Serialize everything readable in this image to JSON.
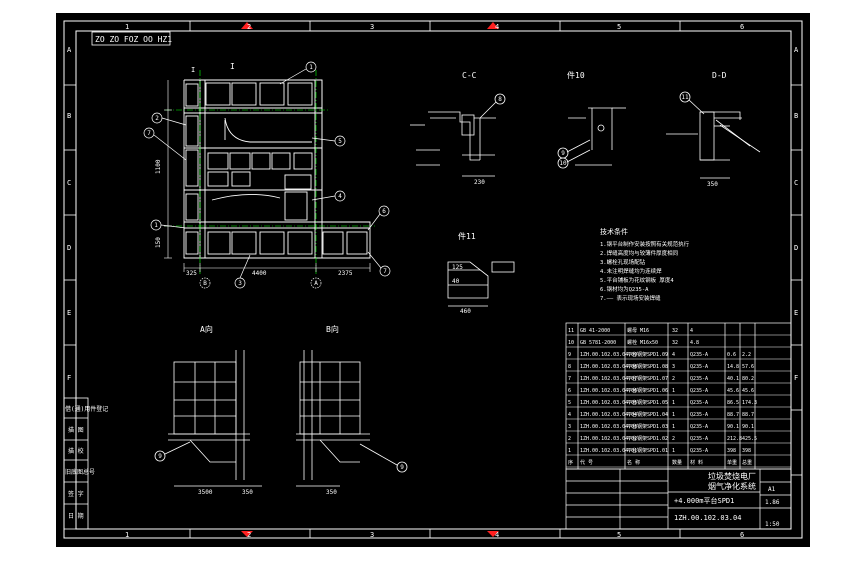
{
  "colors": {
    "page": "#ffffff",
    "sheet": "#000000",
    "line": "#ffffff",
    "accent": "#ffff00",
    "red": "#ff2020",
    "green": "#00ff00"
  },
  "border": {
    "top_numbers": [
      "1",
      "2",
      "3",
      "4",
      "5",
      "6"
    ],
    "bottom_numbers": [
      "1",
      "2",
      "3",
      "4",
      "5",
      "6"
    ],
    "side_letters": [
      "A",
      "B",
      "C",
      "D",
      "E",
      "F"
    ]
  },
  "drawing_code": "ZO ZO FOZ OO HZ1",
  "views": {
    "main_label": "I",
    "cc": "C-C",
    "part10": "件10",
    "dd": "D-D",
    "part11": "件11",
    "a_view": "A向",
    "b_view": "B向"
  },
  "balloons": {
    "main": [
      "1",
      "2",
      "3",
      "4",
      "5",
      "6",
      "7",
      "7",
      "1"
    ],
    "main_axis_a": "A",
    "main_axis_b": "B",
    "cc": "8",
    "part10": [
      "9",
      "10"
    ],
    "dd": "11",
    "a_view": "9",
    "b_view": "9"
  },
  "dimensions": {
    "main_bottom": [
      "325",
      "4400",
      "2375"
    ],
    "main_left": [
      "1100",
      "150"
    ],
    "cc_bottom": "230",
    "dd_bottom": "350",
    "a_bottom": [
      "3500",
      "350"
    ],
    "b_bottom": "350",
    "part11": [
      "125",
      "40",
      "460"
    ]
  },
  "tech_notes": {
    "title": "技术条件",
    "lines": [
      "1.钢平台制作安装按照有关规范执行",
      "2.焊缝高度均与较薄件厚度相同",
      "3.螺栓孔现场配钻",
      "4.未注明焊缝均为连续焊",
      "5.平台铺板为花纹钢板 厚度4",
      "6.钢材均为Q235-A",
      "7.—— 表示现场安装焊缝"
    ]
  },
  "bom": {
    "rows": [
      [
        "11",
        "GB 41-2000",
        "螺母 M16",
        "32",
        "4",
        "",
        ""
      ],
      [
        "10",
        "GB 5781-2000",
        "螺栓 M16x50",
        "32",
        "4.8",
        "",
        ""
      ],
      [
        "9",
        "1ZH.00.102.03.04.09",
        "平台钢架SPD1.09",
        "4",
        "Q235-A",
        "0.6",
        "2.2"
      ],
      [
        "8",
        "1ZH.00.102.03.04.08",
        "平台钢架SPD1.08",
        "3",
        "Q235-A",
        "14.8",
        "57.6"
      ],
      [
        "7",
        "1ZH.00.102.03.04.07",
        "平台钢架SPD1.07",
        "2",
        "Q235-A",
        "40.1",
        "80.2"
      ],
      [
        "6",
        "1ZH.00.102.03.04.06",
        "平台钢架SPD1.06",
        "1",
        "Q235-A",
        "45.6",
        "45.6"
      ],
      [
        "5",
        "1ZH.00.102.03.04.05",
        "平台钢架SPD1.05",
        "1",
        "Q235-A",
        "86.5",
        "174.3"
      ],
      [
        "4",
        "1ZH.00.102.03.04.04",
        "平台钢架SPD1.04",
        "1",
        "Q235-A",
        "88.7",
        "88.7"
      ],
      [
        "3",
        "1ZH.00.102.03.04.03",
        "平台钢架SPD1.03",
        "1",
        "Q235-A",
        "90.1",
        "90.1"
      ],
      [
        "2",
        "1ZH.00.102.03.04.02",
        "平台钢架SPD1.02",
        "2",
        "Q235-A",
        "212.8",
        "425.5"
      ],
      [
        "1",
        "1ZH.00.102.03.04.01",
        "平台钢架SPD1.01",
        "1",
        "Q235-A",
        "398",
        "398"
      ]
    ],
    "header": [
      "序",
      "代 号",
      "名 称",
      "数量",
      "材 料",
      "单重",
      "总重"
    ]
  },
  "title_block": {
    "company": "垃圾焚烧电厂",
    "project": "烟气净化系统",
    "drawing_name": "+4.000m平台SPD1",
    "drawing_number": "1ZH.00.102.03.04",
    "scale": "1:50",
    "sheet": "A1",
    "weight": "1.86"
  },
  "left_strip": [
    "借(通)用件登记",
    "描 图",
    "描 校",
    "旧底图总号",
    "签 字",
    "日 期"
  ]
}
